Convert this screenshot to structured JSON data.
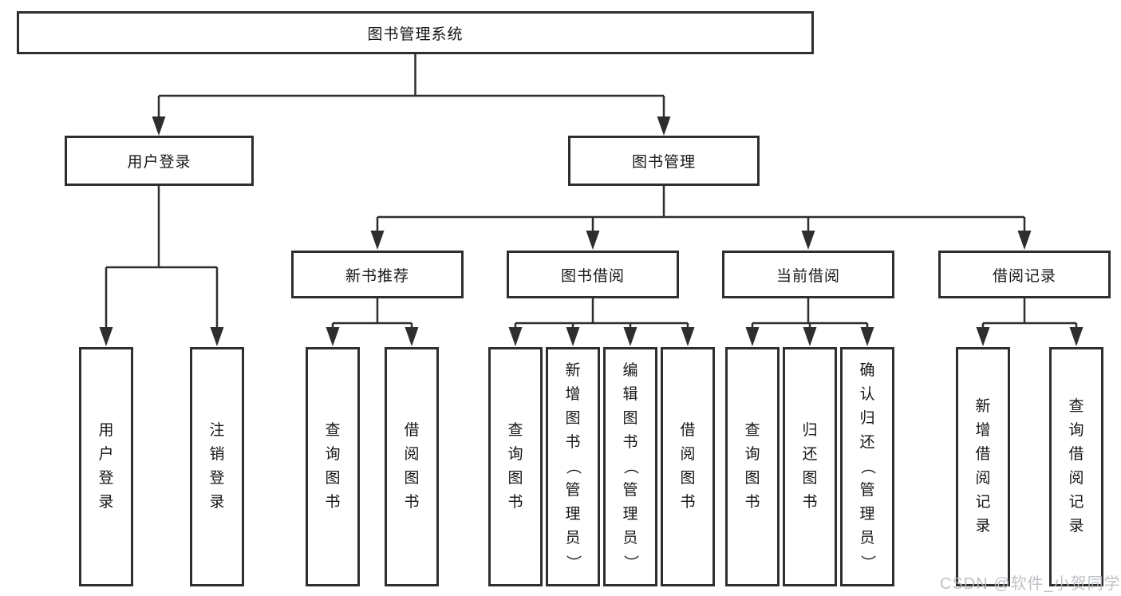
{
  "nodes": {
    "root": {
      "label": "图书管理系统"
    },
    "level2": [
      {
        "id": "user-login",
        "label": "用户登录"
      },
      {
        "id": "book-management",
        "label": "图书管理"
      }
    ],
    "level3": [
      {
        "id": "new-book-recommend",
        "label": "新书推荐"
      },
      {
        "id": "book-borrow",
        "label": "图书借阅"
      },
      {
        "id": "current-borrow",
        "label": "当前借阅"
      },
      {
        "id": "borrow-records",
        "label": "借阅记录"
      }
    ],
    "leaves": [
      {
        "id": "user-login",
        "label": "用户登录"
      },
      {
        "id": "logout",
        "label": "注销登录"
      },
      {
        "id": "query-books-recommend",
        "label": "查询图书"
      },
      {
        "id": "borrow-books-recommend",
        "label": "借阅图书"
      },
      {
        "id": "query-books-borrow",
        "label": "查询图书"
      },
      {
        "id": "add-book-admin",
        "label": "新增图书（管理员）"
      },
      {
        "id": "edit-book-admin",
        "label": "编辑图书（管理员）"
      },
      {
        "id": "borrow-books-borrow",
        "label": "借阅图书"
      },
      {
        "id": "query-books-current",
        "label": "查询图书"
      },
      {
        "id": "return-book",
        "label": "归还图书"
      },
      {
        "id": "confirm-return-admin",
        "label": "确认归还（管理员）"
      },
      {
        "id": "add-borrow-record",
        "label": "新增借阅记录"
      },
      {
        "id": "query-borrow-record",
        "label": "查询借阅记录"
      }
    ]
  },
  "watermark": "CSDN @软件_小贺同学",
  "colors": {
    "line": "#2e2e2e",
    "text": "#161616",
    "box_bg": "#ffffff",
    "watermark": "#b7bbc0"
  }
}
